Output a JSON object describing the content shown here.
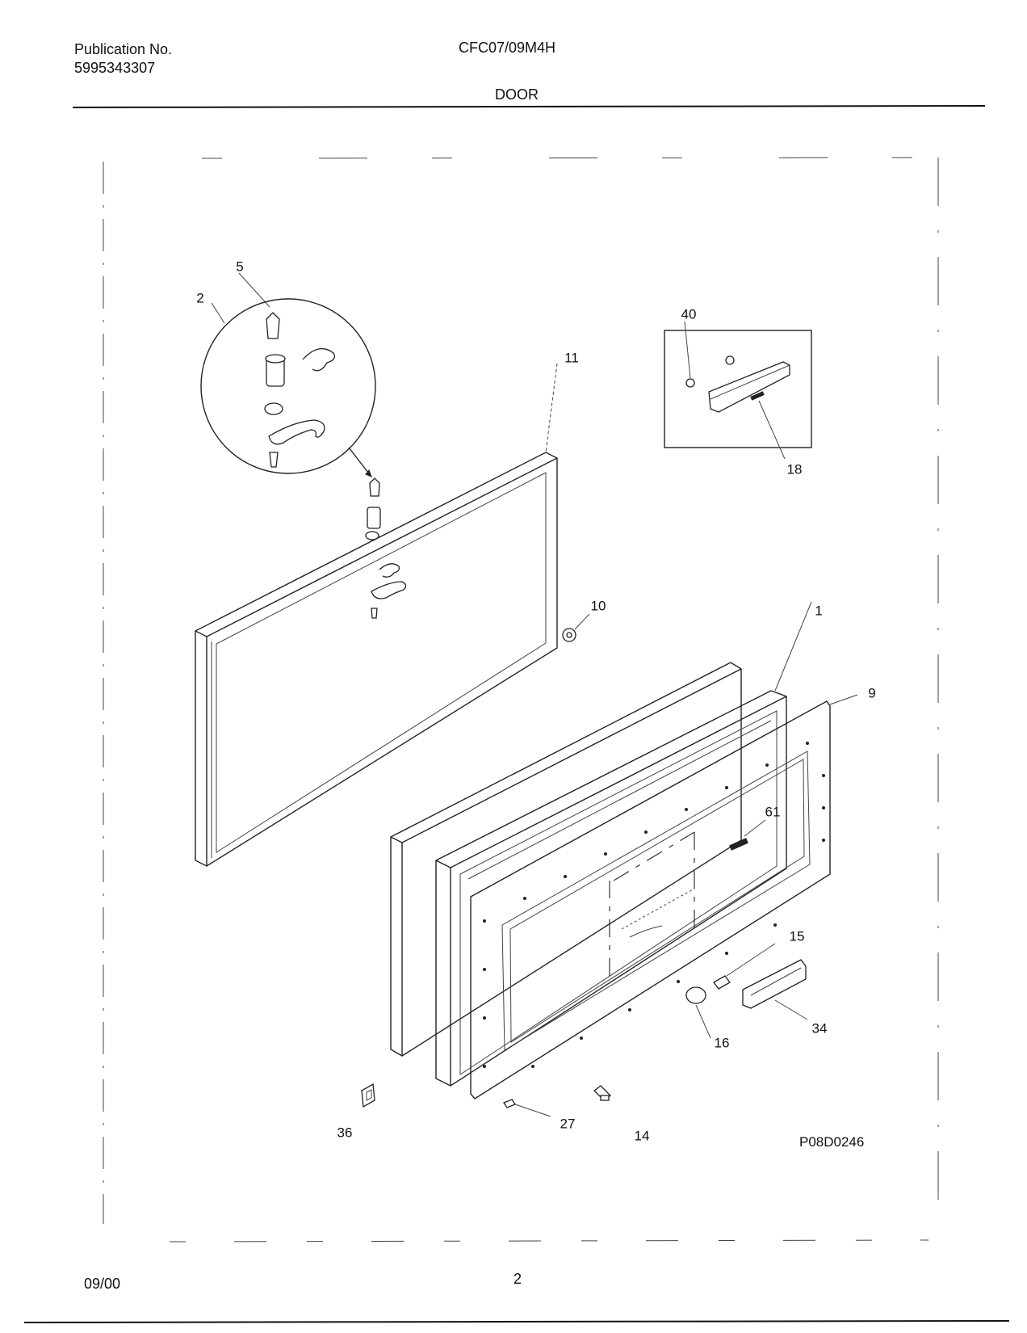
{
  "header": {
    "publication_label": "Publication No.",
    "publication_number": "5995343307",
    "model": "CFC07/09M4H",
    "section": "DOOR"
  },
  "diagram": {
    "callouts": [
      "5",
      "2",
      "11",
      "40",
      "18",
      "10",
      "1",
      "9",
      "61",
      "15",
      "34",
      "16",
      "36",
      "27",
      "14"
    ],
    "drawing_id": "P08D0246"
  },
  "footer": {
    "date": "09/00",
    "page": "2"
  }
}
